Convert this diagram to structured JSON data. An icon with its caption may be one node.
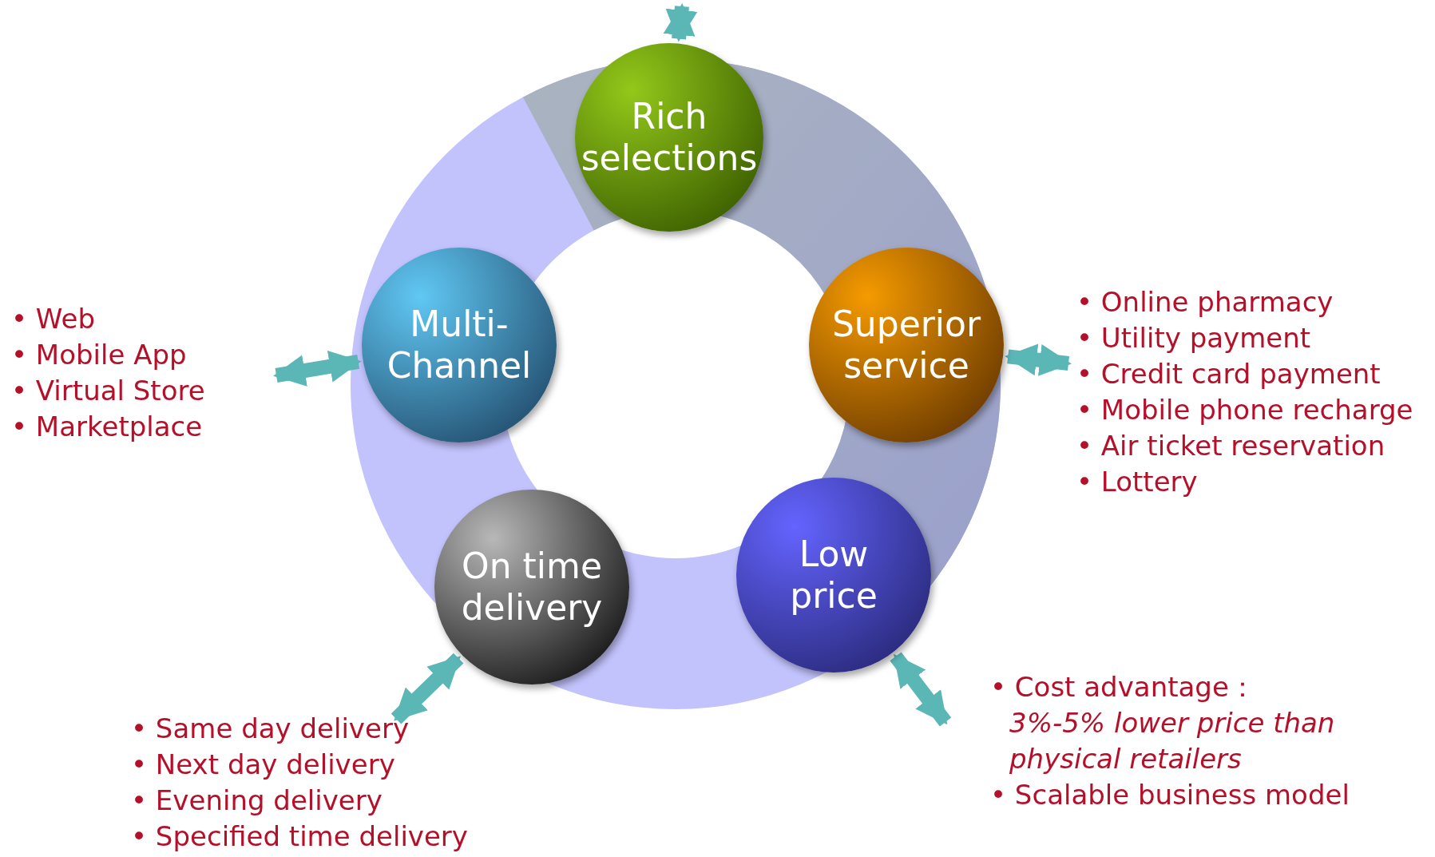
{
  "diagram": {
    "nodes": [
      {
        "text": [
          "Rich selections"
        ]
      },
      {
        "text": [
          "Superior service"
        ]
      },
      {
        "text": [
          "Low price"
        ]
      },
      {
        "text": [
          "On time delivery"
        ]
      },
      {
        "text": [
          "Multi-Channel"
        ]
      },
      {
        "text": [
          "• Web",
          "• Mobile App",
          "• Virtual Store",
          "• Marketplace"
        ]
      },
      {
        "text": [
          "• Online pharmacy",
          "• Utility payment",
          "• Credit card payment",
          "• Mobile phone recharge",
          "• Air ticket reservation",
          "• Lottery"
        ]
      },
      {
        "text": [
          "• Cost advantage：",
          "3%-5% lower price than physical retailers",
          "• Scalable business model"
        ]
      },
      {
        "text": [
          "• Same day delivery",
          "• Next day delivery",
          "• Evening delivery",
          "• Specified time delivery"
        ]
      }
    ],
    "edges": [
      {
        "from": 0,
        "to": null,
        "arrow": "both"
      },
      {
        "from": 4,
        "to": 5,
        "arrow": "both"
      },
      {
        "from": 1,
        "to": 6,
        "arrow": "both"
      },
      {
        "from": 2,
        "to": 7,
        "arrow": "both"
      },
      {
        "from": 3,
        "to": 8,
        "arrow": "both"
      }
    ]
  }
}
